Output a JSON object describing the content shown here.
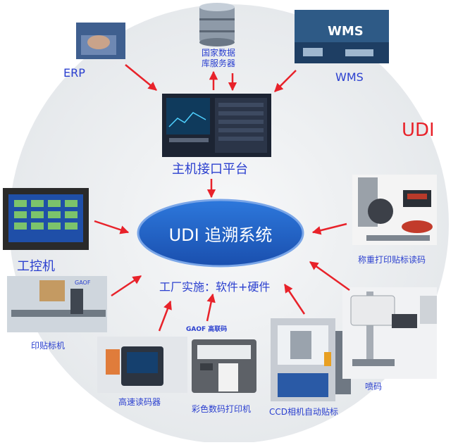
{
  "center": {
    "label": "UDI 追溯系统",
    "fill": "#1f63c7",
    "stroke": "#7aa6e8"
  },
  "host": {
    "label": "主机接口平台"
  },
  "factory": {
    "label": "工厂实施：软件+硬件"
  },
  "corner_text": "UDI",
  "nodes": {
    "erp": "ERP",
    "db": "国家数据\n库服务器",
    "wms": "WMS",
    "ipc": "工控机",
    "weigh": "称重打印贴标读码",
    "labeler": "印贴标机",
    "reader": "高速读码器",
    "printer": "彩色数码打印机",
    "ccd": "CCD相机自动贴标",
    "inkjet": "喷码"
  },
  "brand_text": "GAOF",
  "brand_sub": "高联码",
  "wms_image_text": "WMS",
  "colors": {
    "arrow": "#e8222a",
    "label": "#2a3fcf",
    "corner": "#e8222a",
    "bg_circle": "#eef0f2"
  }
}
